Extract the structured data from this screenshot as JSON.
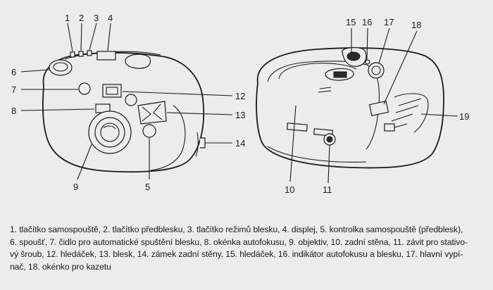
{
  "labels": {
    "front": [
      "1",
      "2",
      "3",
      "4",
      "6",
      "7",
      "8",
      "12",
      "13",
      "14",
      "9",
      "5"
    ],
    "back": [
      "15",
      "16",
      "17",
      "18",
      "19",
      "10",
      "11"
    ]
  },
  "caption": {
    "lines": [
      "1. tlačítko samospouště, 2. tlačítko předblesku, 3. tlačítko režimů blesku, 4. displej, 5. kontrolka samospouště (předblesk),",
      "6. spoušť, 7. čidlo pro automatické spuštění blesku, 8. okénka autofokusu, 9. objektiv, 10. zadní stěna, 11. závit pro stativo-",
      "vý šroub, 12. hledáček, 13. blesk, 14. zámek zadní stěny, 15. hledáček, 16. indikátor autofokusu a blesku, 17. hlavní vypí-",
      "nač, 18. okénko pro kazetu"
    ]
  }
}
